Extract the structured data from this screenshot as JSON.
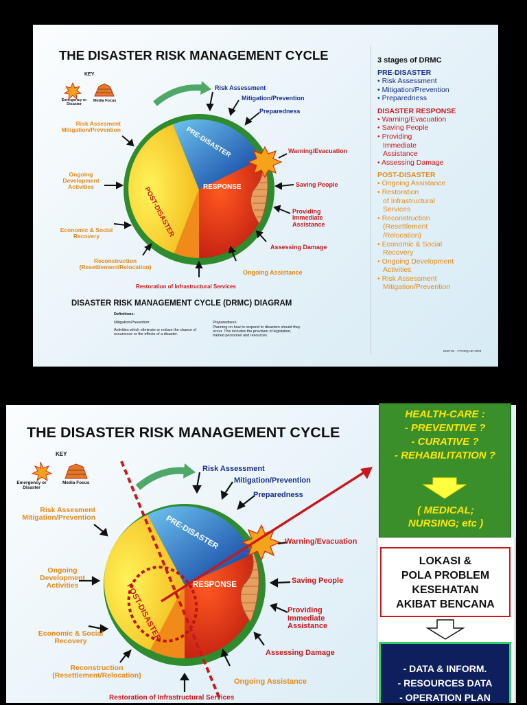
{
  "slide1": {
    "title": "THE DISASTER RISK MANAGEMENT CYCLE",
    "key": {
      "heading": "KEY",
      "emergency": "Emergency or Disaster",
      "media": "Media Focus"
    },
    "wedges": {
      "pre": "PRE-DISASTER",
      "response": "RESPONSE",
      "post": "POST-DISASTER"
    },
    "labels": {
      "risk_assessment": "Risk Assessment",
      "mitigation": "Mitigation/Prevention",
      "preparedness": "Preparedness",
      "warning": "Warning/Evacuation",
      "saving": "Saving People",
      "providing": "Providing Immediate Assistance",
      "assessing": "Assessing Damage",
      "ongoing_assistance": "Ongoing Assistance",
      "restoration": "Restoration of Infrastructural Services",
      "reconstruction": "Reconstruction (Resettlement/Relocation)",
      "economic": "Economic & Social Recovery",
      "ongoing_dev": "Ongoing Development Activities",
      "risk_left": "Risk Assesment Mitigation/Prevention"
    },
    "diagram_title": "DISASTER RISK MANAGEMENT CYCLE (DRMC) DIAGRAM",
    "definitions": {
      "heading": "Definitions:",
      "mit_title": "Mitigation/Prevention:",
      "mit_text": "Activities which eliminate or reduce the chance of occurrence or the effects of a disaster.",
      "prep_title": "Preparedness:",
      "prep_text": "Planning on how to respond to disasters should they occur. This includes the provision of legislation, trained personnel and resources."
    },
    "sidebar": {
      "heading": "3 stages of DRMC",
      "pre_heading": "PRE-DISASTER",
      "pre_items": [
        "• Risk Assessment",
        "• Mitigation/Prevention",
        "• Preparedness"
      ],
      "resp_heading": "DISASTER RESPONSE",
      "resp_items": [
        "• Warning/Evacuation",
        "• Saving People",
        "• Providing",
        "Immediate",
        "Assistance",
        "• Assessing Damage"
      ],
      "post_heading": "POST-DISASTER",
      "post_items": [
        "• Ongoing Assistance",
        "• Restoration",
        "of Infrastructural",
        "Services",
        "• Reconstruction",
        "(Resettlement",
        "/Relocation)",
        "• Economic & Social",
        "Recovery",
        "• Ongoing Development",
        "Activities",
        "• Risk Assessment",
        "Mitigation/Prevention"
      ]
    },
    "footer": "DMCYB - ©TORQAID 2003"
  },
  "slide2": {
    "title": "THE DISASTER RISK MANAGEMENT CYCLE",
    "key": {
      "heading": "KEY",
      "emergency": "Emergency or Disaster",
      "media": "Media Focus"
    },
    "wedges": {
      "pre": "PRE-DISASTER",
      "response": "RESPONSE",
      "post": "POST-DISASTER"
    },
    "labels": {
      "risk_assessment": "Risk Assessment",
      "mitigation": "Mitigation/Prevention",
      "preparedness": "Preparedness",
      "warning": "Warning/Evacuation",
      "saving": "Saving People",
      "providing": "Providing Immediate Assistance",
      "assessing": "Assessing Damage",
      "ongoing_assistance": "Ongoing Assistance",
      "restoration": "Restoration of Infrastructural Services",
      "reconstruction": "Reconstruction (Resettlement/Relocation)",
      "economic": "Economic & Social Recovery",
      "ongoing_dev": "Ongoing Development Activities",
      "risk_left": "Risk Assesment Mitigation/Prevention"
    },
    "healthcare_box": {
      "lines": [
        "HEALTH-CARE :",
        "- PREVENTIVE ?",
        "- CURATIVE ?",
        "- REHABILITATION ?"
      ],
      "bottom": [
        "( MEDICAL;",
        "NURSING; etc )"
      ]
    },
    "lokasi_box": [
      "LOKASI  &",
      "POLA PROBLEM",
      "KESEHATAN",
      "AKIBAT BENCANA"
    ],
    "data_box": [
      "- DATA & INFORM.",
      "- RESOURCES DATA",
      "- OPERATION PLAN"
    ]
  },
  "colors": {
    "ring": "#2e8b2e",
    "pre": "#1f5fb0",
    "response": "#e8281c",
    "post_yellow": "#f6e21a",
    "accent_red": "#c8181c",
    "green_box": "#3a8f2a",
    "navy_box": "#0d1f5c"
  }
}
